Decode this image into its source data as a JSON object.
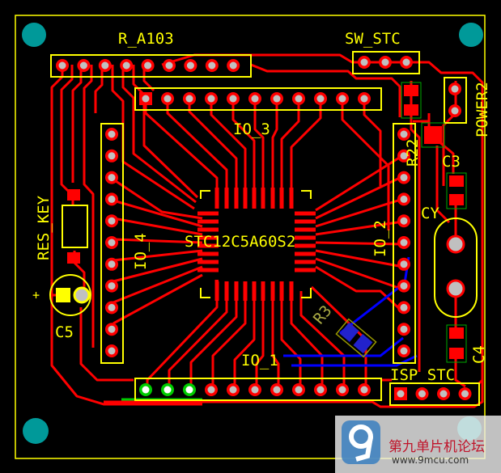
{
  "board": {
    "background_color": "#000000",
    "trace_color": "#ff0000",
    "silkscreen_color": "#ffff00",
    "bottom_trace_color": "#0000ff",
    "pad_color": "#c0c0c0",
    "mounting_hole_color": "#009999"
  },
  "labels": {
    "r_a103": "R_A103",
    "sw_stc": "SW_STC",
    "power2": "POWER2",
    "io_3": "IO_3",
    "r22": "R22",
    "c3": "C3",
    "cy": "CY",
    "res_key": "RES_KEY",
    "io_4": "IO_4",
    "chip": "STC12C5A60S2",
    "io_2": "IO_2",
    "plus": "+",
    "c5": "C5",
    "r3": "R3",
    "c4": "C4",
    "io_1": "IO_1",
    "isp_stc": "ISP_STC"
  },
  "watermark": {
    "title": "第九单片机论坛",
    "url": "www.9mcu.com"
  }
}
